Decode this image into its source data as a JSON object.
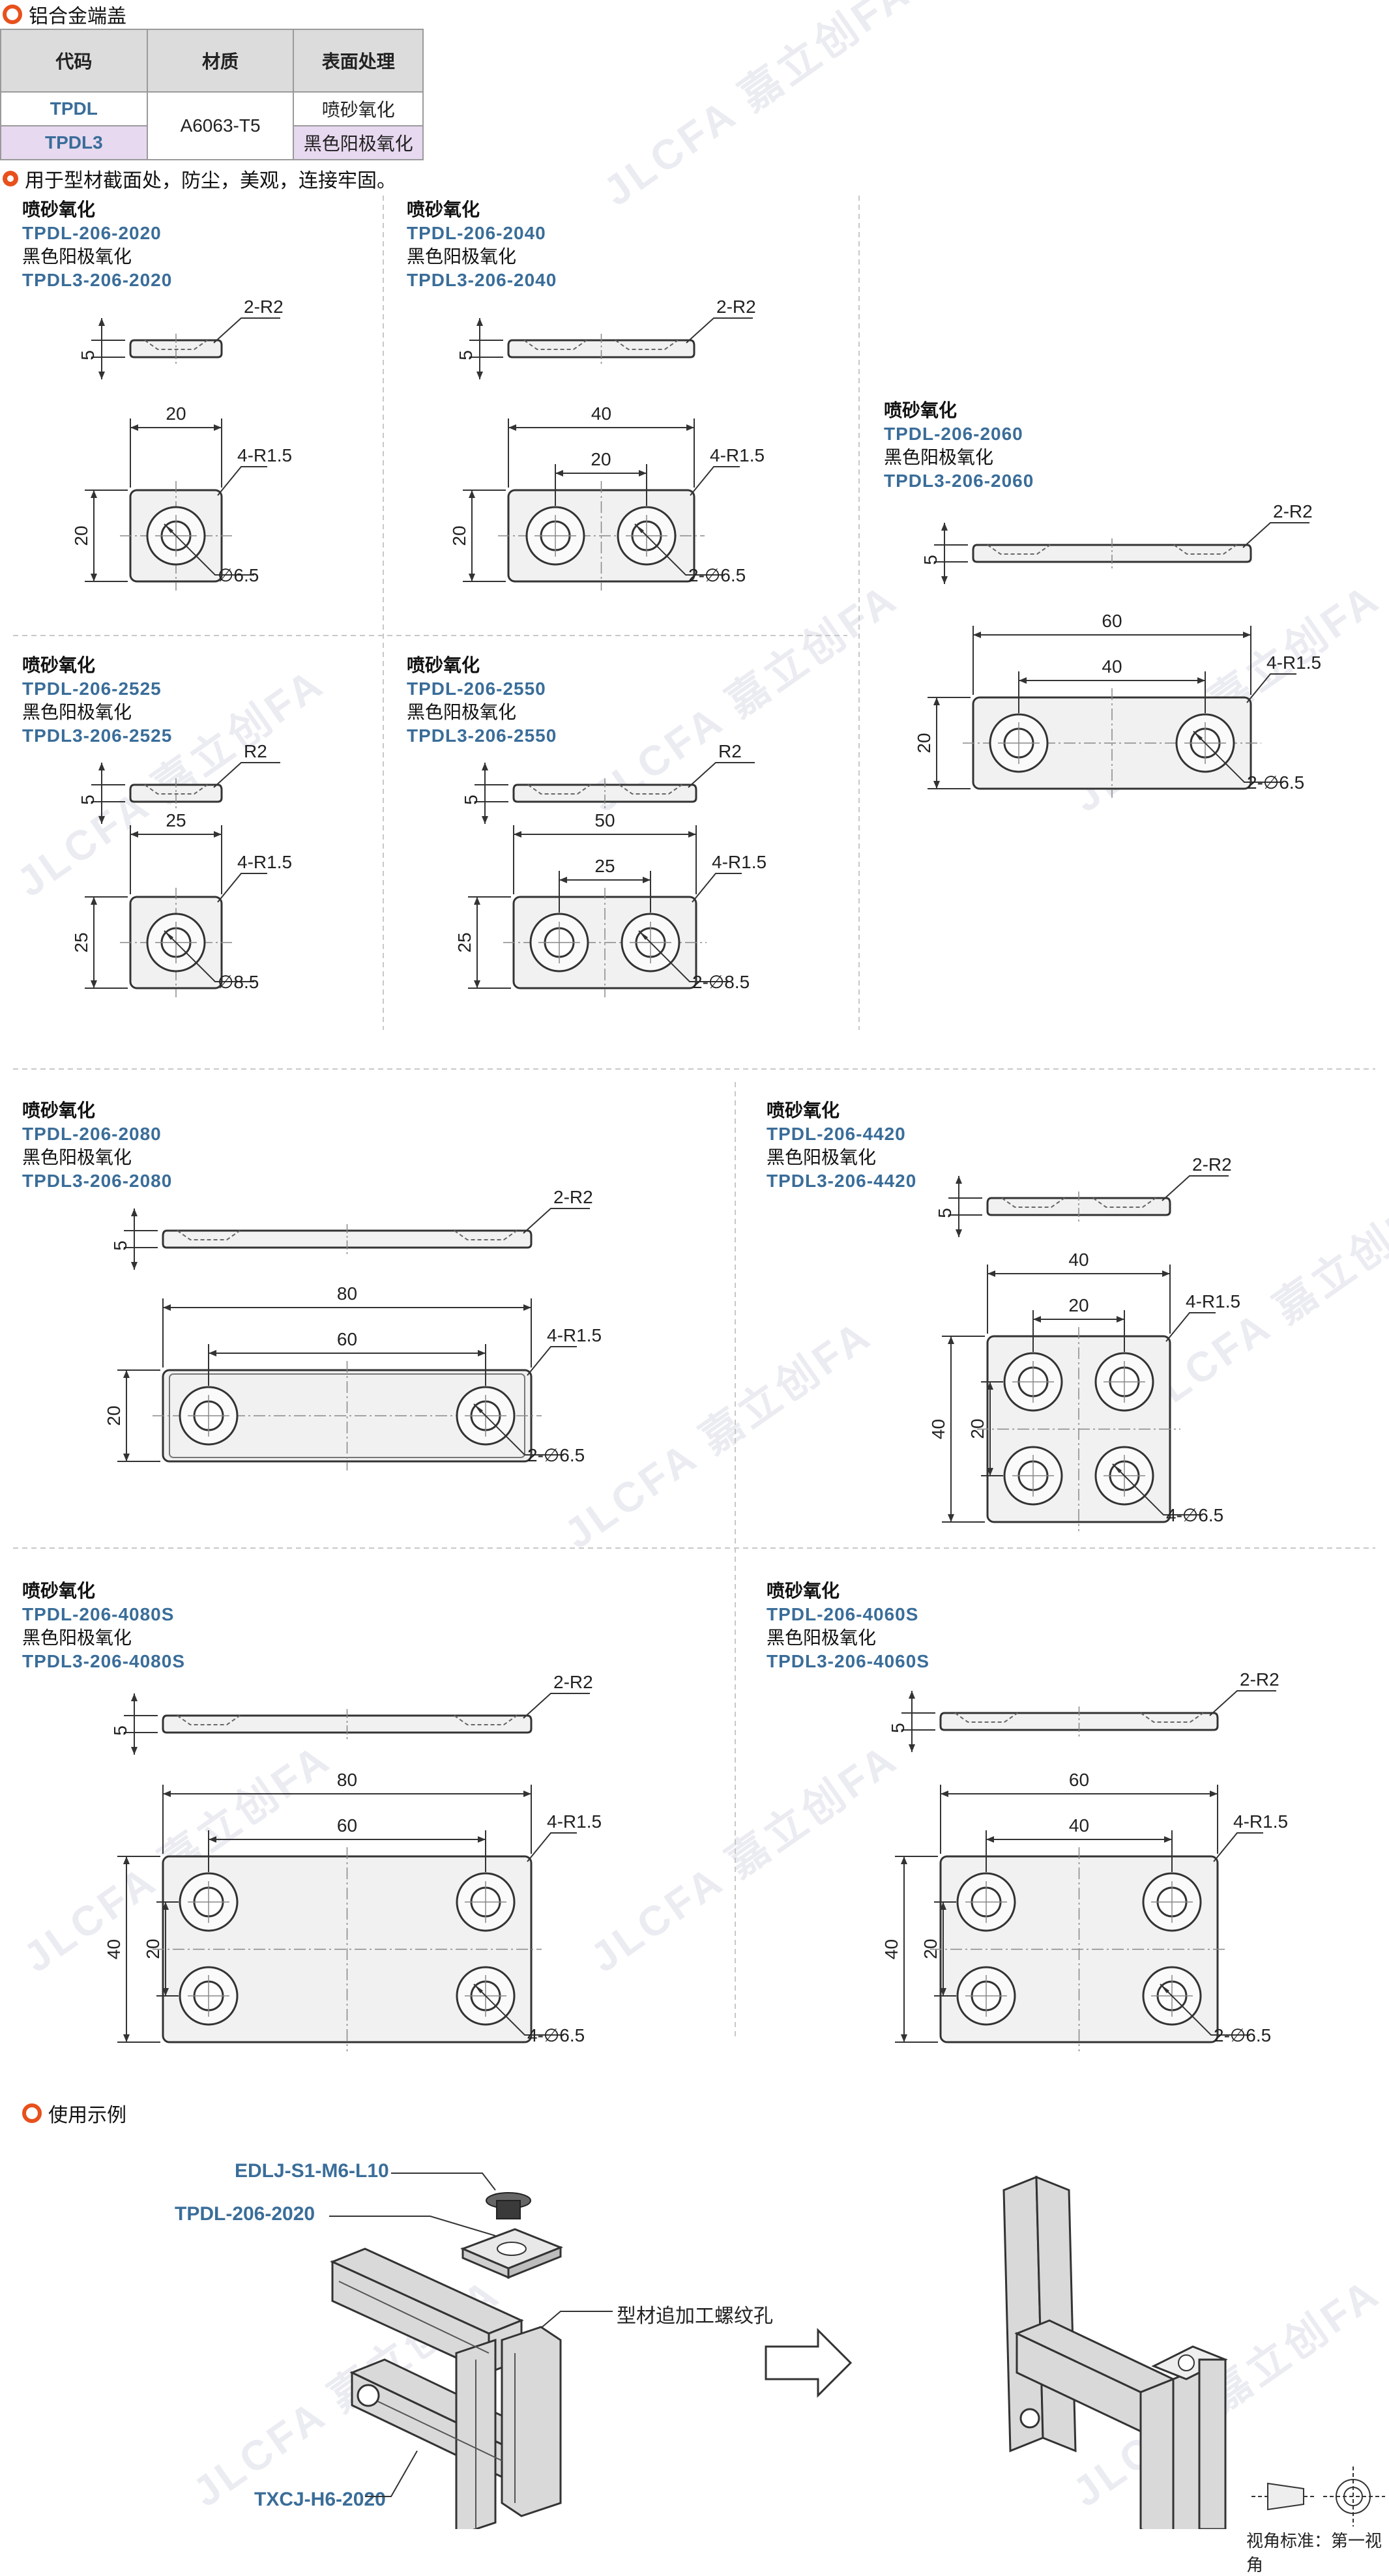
{
  "title": "铝合金端盖",
  "table": {
    "headers": [
      "代码",
      "材质",
      "表面处理"
    ],
    "rows": [
      {
        "code": "TPDL",
        "material": "A6063-T5",
        "finish": "喷砂氧化"
      },
      {
        "code": "TPDL3",
        "material": "A6063-T5",
        "finish": "黑色阳极氧化"
      }
    ]
  },
  "note": "用于型材截面处，防尘，美观，连接牢固。",
  "labels": {
    "finish1": "喷砂氧化",
    "finish2": "黑色阳极氧化"
  },
  "parts": [
    {
      "code1": "TPDL-206-2020",
      "code2": "TPDL3-206-2020",
      "side": "2-R2",
      "corner": "4-R1.5",
      "width": "20",
      "pitch": "",
      "height": "20",
      "hole": "∅6.5",
      "thick": "5"
    },
    {
      "code1": "TPDL-206-2040",
      "code2": "TPDL3-206-2040",
      "side": "2-R2",
      "corner": "4-R1.5",
      "width": "40",
      "pitch": "20",
      "height": "20",
      "hole": "2-∅6.5",
      "thick": "5"
    },
    {
      "code1": "TPDL-206-2060",
      "code2": "TPDL3-206-2060",
      "side": "2-R2",
      "corner": "4-R1.5",
      "width": "60",
      "pitch": "40",
      "height": "20",
      "hole": "2-∅6.5",
      "thick": "5"
    },
    {
      "code1": "TPDL-206-2525",
      "code2": "TPDL3-206-2525",
      "side": "R2",
      "corner": "4-R1.5",
      "width": "25",
      "pitch": "",
      "height": "25",
      "hole": "∅8.5",
      "thick": "5"
    },
    {
      "code1": "TPDL-206-2550",
      "code2": "TPDL3-206-2550",
      "side": "R2",
      "corner": "4-R1.5",
      "width": "50",
      "pitch": "25",
      "height": "25",
      "hole": "2-∅8.5",
      "thick": "5"
    },
    {
      "code1": "TPDL-206-2080",
      "code2": "TPDL3-206-2080",
      "side": "2-R2",
      "corner": "4-R1.5",
      "width": "80",
      "pitch": "60",
      "height": "20",
      "hole": "2-∅6.5",
      "thick": "5"
    },
    {
      "code1": "TPDL-206-4420",
      "code2": "TPDL3-206-4420",
      "side": "2-R2",
      "corner": "4-R1.5",
      "width": "40",
      "pitch": "20",
      "height": "40",
      "vpitch": "20",
      "hole": "4-∅6.5",
      "thick": "5"
    },
    {
      "code1": "TPDL-206-4080S",
      "code2": "TPDL3-206-4080S",
      "side": "2-R2",
      "corner": "4-R1.5",
      "width": "80",
      "pitch": "60",
      "height": "40",
      "vpitch": "20",
      "hole": "4-∅6.5",
      "thick": "5"
    },
    {
      "code1": "TPDL-206-4060S",
      "code2": "TPDL3-206-4060S",
      "side": "2-R2",
      "corner": "4-R1.5",
      "width": "60",
      "pitch": "40",
      "height": "40",
      "vpitch": "20",
      "hole": "2-∅6.5",
      "thick": "5"
    }
  ],
  "usage": {
    "title": "使用示例",
    "screw": "EDLJ-S1-M6-L10",
    "cap": "TPDL-206-2020",
    "profile_note": "型材追加工螺纹孔",
    "bracket": "TXCJ-H6-2020"
  },
  "footer": "视角标准：第一视角",
  "watermark": "JLCFA 嘉立创FA",
  "colors": {
    "accent": "#e8501c",
    "code": "#3a6d99",
    "highlight": "#e7d9ef"
  }
}
